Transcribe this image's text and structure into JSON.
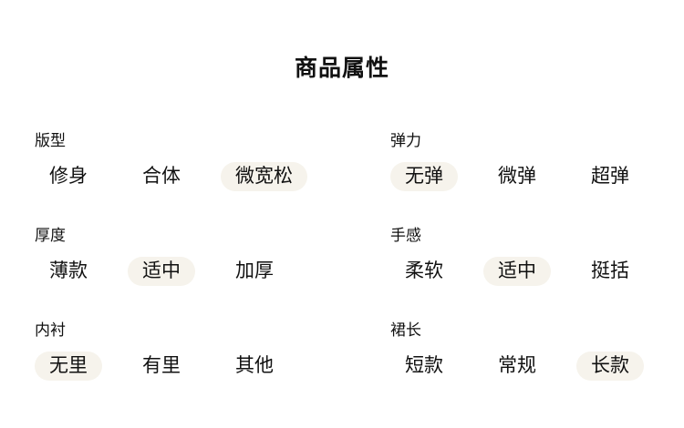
{
  "title": "商品属性",
  "colors": {
    "pill_selected_bg": "#f6f3ec",
    "page_background": "#ffffff",
    "text": "#111111"
  },
  "groups": [
    {
      "label": "版型",
      "options": [
        {
          "text": "修身",
          "selected": false
        },
        {
          "text": "合体",
          "selected": false
        },
        {
          "text": "微宽松",
          "selected": true
        }
      ]
    },
    {
      "label": "弹力",
      "options": [
        {
          "text": "无弹",
          "selected": true
        },
        {
          "text": "微弹",
          "selected": false
        },
        {
          "text": "超弹",
          "selected": false
        }
      ]
    },
    {
      "label": "厚度",
      "options": [
        {
          "text": "薄款",
          "selected": false
        },
        {
          "text": "适中",
          "selected": true
        },
        {
          "text": "加厚",
          "selected": false
        }
      ]
    },
    {
      "label": "手感",
      "options": [
        {
          "text": "柔软",
          "selected": false
        },
        {
          "text": "适中",
          "selected": true
        },
        {
          "text": "挺括",
          "selected": false
        }
      ]
    },
    {
      "label": "内衬",
      "options": [
        {
          "text": "无里",
          "selected": true
        },
        {
          "text": "有里",
          "selected": false
        },
        {
          "text": "其他",
          "selected": false
        }
      ]
    },
    {
      "label": "裙长",
      "options": [
        {
          "text": "短款",
          "selected": false
        },
        {
          "text": "常规",
          "selected": false
        },
        {
          "text": "长款",
          "selected": true
        }
      ]
    }
  ]
}
